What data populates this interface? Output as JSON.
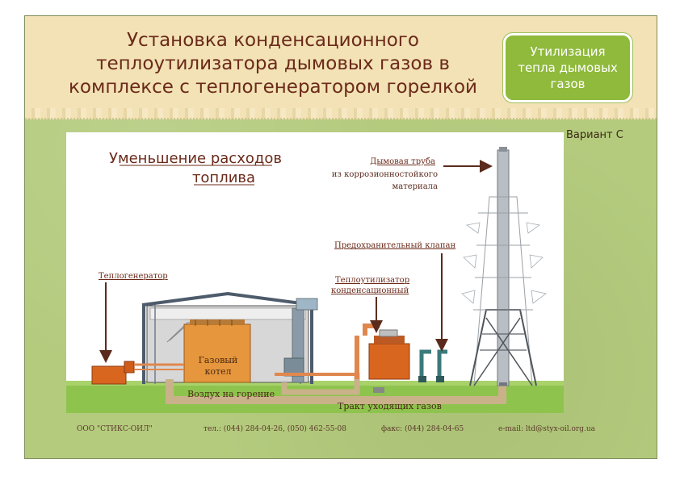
{
  "header": {
    "title_lines": [
      "Установка  конденсационного",
      "теплоутилизатора дымовых газов в",
      "комплексе с теплогенератором горелкой"
    ],
    "badge_lines": [
      "Утилизация",
      "тепла дымовых",
      "газов"
    ]
  },
  "variant_label": "Вариант С",
  "diagram": {
    "heading_lines": [
      "Уменьшение расходов",
      "топлива"
    ],
    "labels": {
      "chimney": [
        "Дымовая труба",
        "из коррозионностойкого",
        "материала"
      ],
      "safety_valve": "Предохранительный клапан",
      "heat_generator": "Теплогенератор",
      "heat_utilizer": [
        "Теплоутилизатор",
        "конденсационный"
      ],
      "boiler": [
        "Газовый",
        "котел"
      ],
      "combustion_air": "Воздух на горение",
      "flue_path": "Тракт уходящих газов"
    },
    "colors": {
      "accent_text": "#6b2a1a",
      "boiler": "#e6963c",
      "heat_generator": "#d9661f",
      "pipe": "#e0874e",
      "duct": "#c9b28a",
      "ground": "#8ec44e"
    }
  },
  "footer": {
    "company": "ООО \"СТИКС-ОИЛ\"",
    "phone": "тел.: (044)  284-04-26, (050) 462-55-08",
    "fax": "факс: (044) 284-04-65",
    "email": "e-mail: ltd@styx-oil.org.ua"
  }
}
